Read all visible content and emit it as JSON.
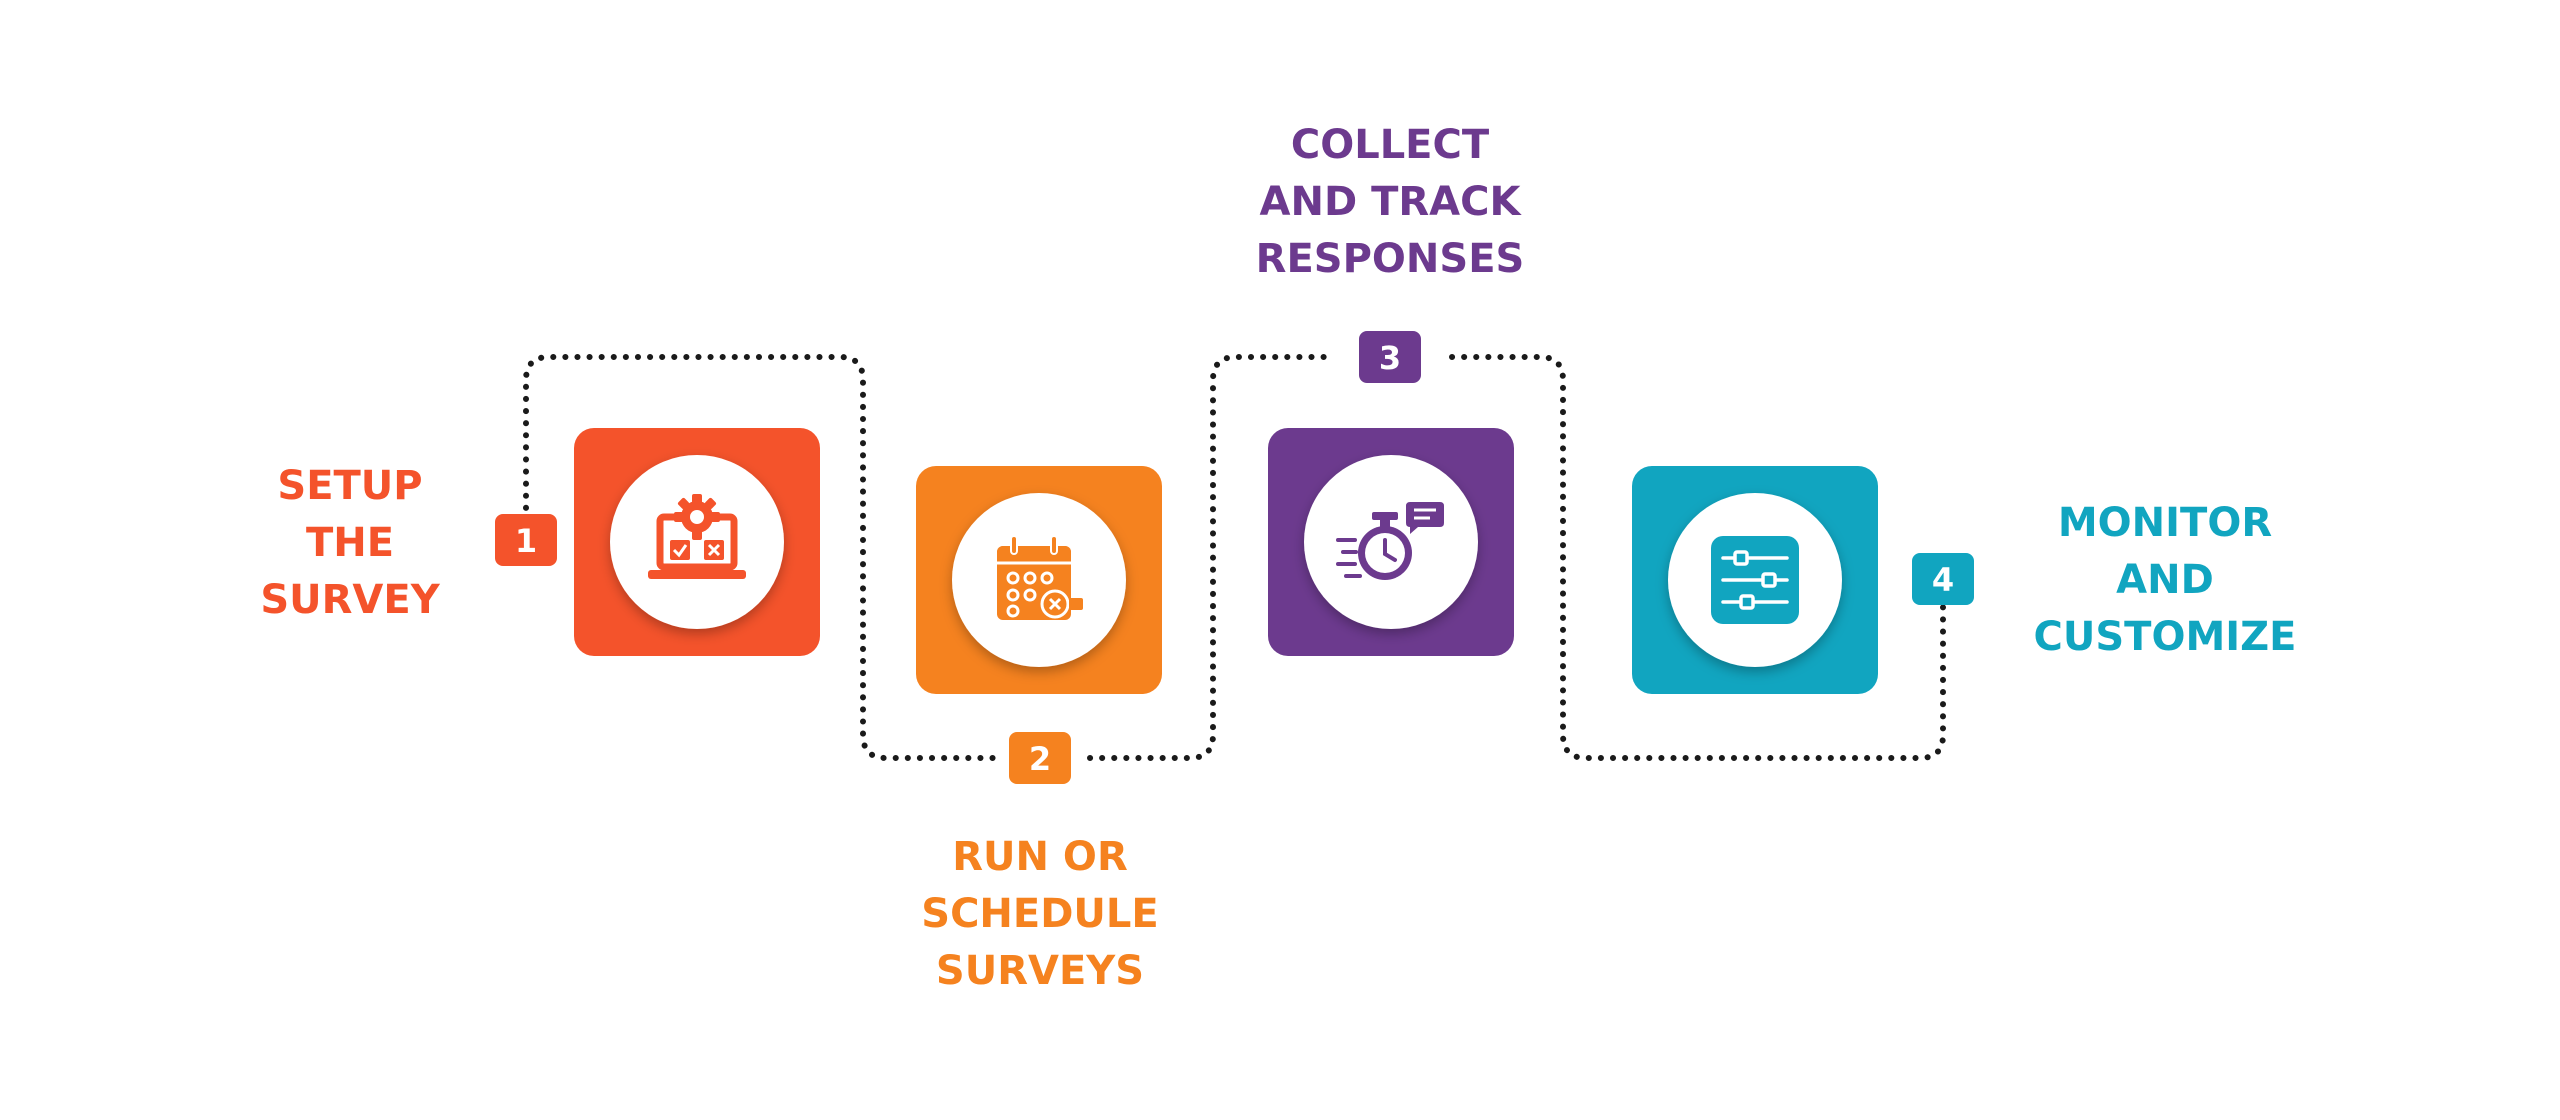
{
  "colors": {
    "step1": "#f4532b",
    "step2": "#f5821f",
    "step3": "#6c3a8e",
    "step4": "#11a5c0",
    "connector": "#1a1a1a",
    "icon_disc": "#ffffff"
  },
  "steps": [
    {
      "number": "1",
      "label_lines": [
        "SETUP",
        "THE",
        "SURVEY"
      ],
      "icon": "laptop-gear-checklist-icon"
    },
    {
      "number": "2",
      "label_lines": [
        "RUN OR",
        "SCHEDULE",
        "SURVEYS"
      ],
      "icon": "calendar-schedule-icon"
    },
    {
      "number": "3",
      "label_lines": [
        "COLLECT",
        "AND TRACK",
        "RESPONSES"
      ],
      "icon": "stopwatch-chat-icon"
    },
    {
      "number": "4",
      "label_lines": [
        "MONITOR",
        "AND",
        "CUSTOMIZE"
      ],
      "icon": "sliders-settings-icon"
    }
  ]
}
